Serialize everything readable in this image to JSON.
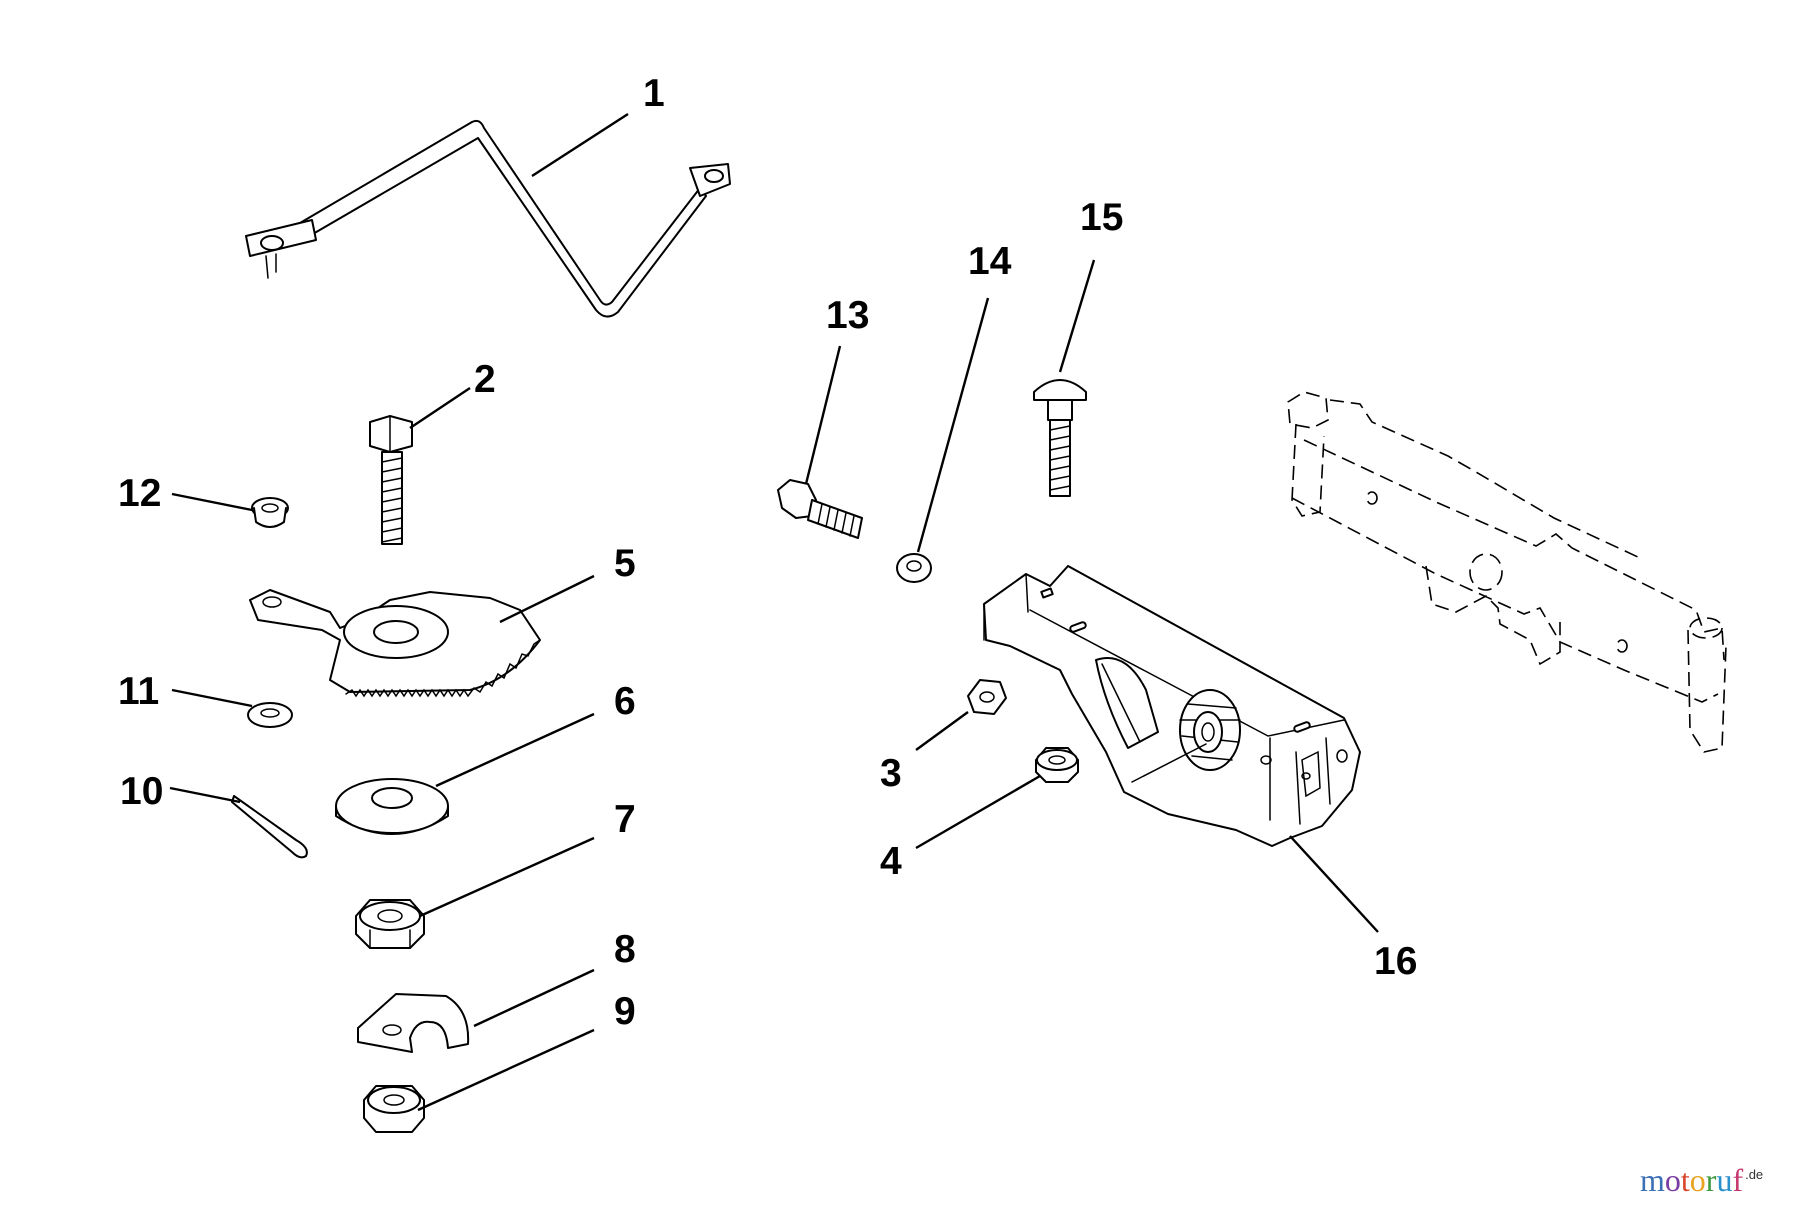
{
  "callouts": [
    "1",
    "2",
    "3",
    "4",
    "5",
    "6",
    "7",
    "8",
    "9",
    "10",
    "11",
    "12",
    "13",
    "14",
    "15",
    "16"
  ],
  "watermark": {
    "letters": [
      "m",
      "o",
      "t",
      "o",
      "r",
      "u",
      "f"
    ],
    "colors": [
      "#3b6fb6",
      "#7a3aa0",
      "#d9442b",
      "#e8a31f",
      "#3e9a3c",
      "#2b8fc9",
      "#c43a6e"
    ],
    "suffix": ".de"
  }
}
